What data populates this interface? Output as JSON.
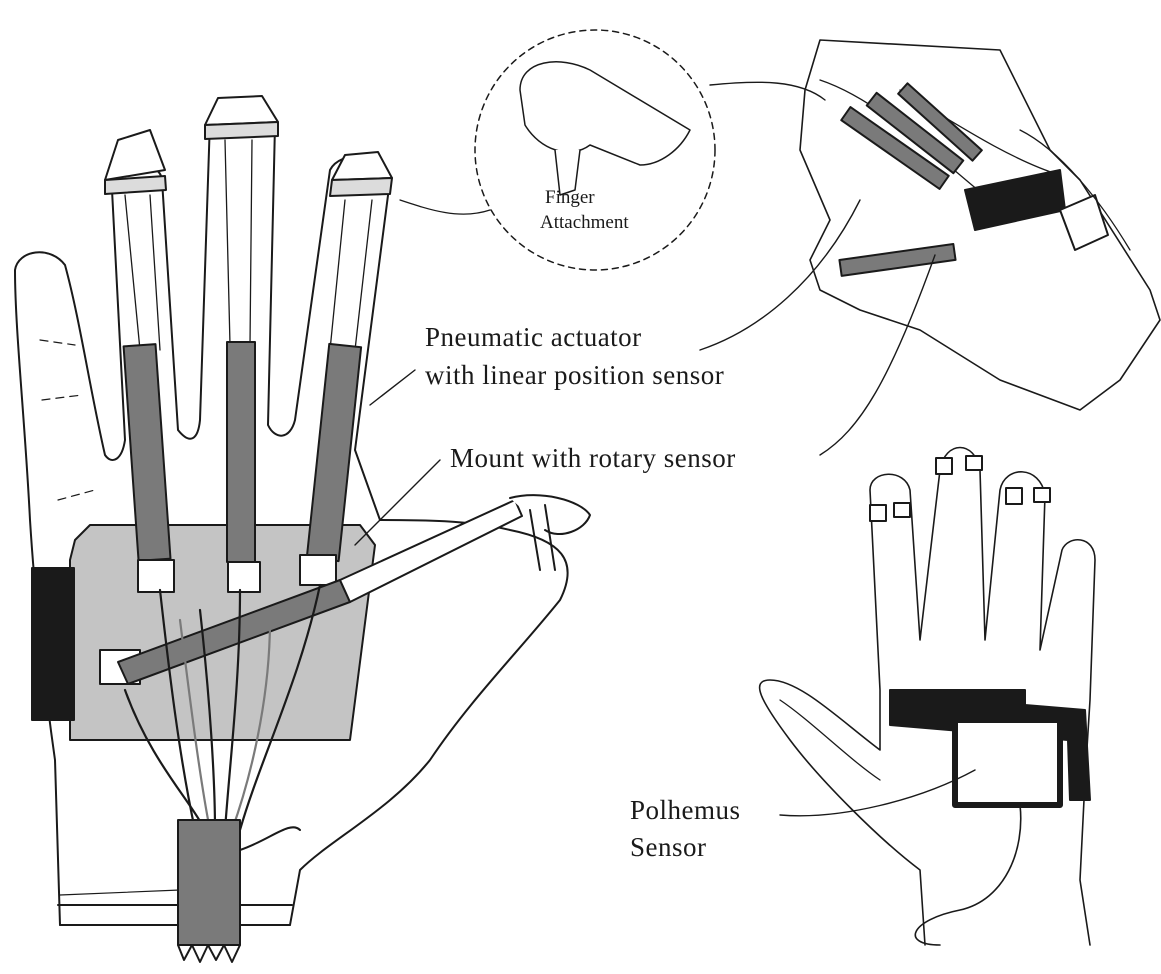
{
  "figure": {
    "labels": {
      "finger_attachment_line1": "Finger",
      "finger_attachment_line2": "Attachment",
      "actuator_line1": "Pneumatic actuator",
      "actuator_line2": "with linear position sensor",
      "mount": "Mount with rotary sensor",
      "polhemus_line1": "Polhemus",
      "polhemus_line2": "Sensor"
    },
    "colors": {
      "outline": "#1a1a1a",
      "actuator_gray": "#7a7a7a",
      "plate_gray": "#c4c4c4",
      "band_black": "#1a1a1a",
      "background": "#ffffff"
    }
  }
}
